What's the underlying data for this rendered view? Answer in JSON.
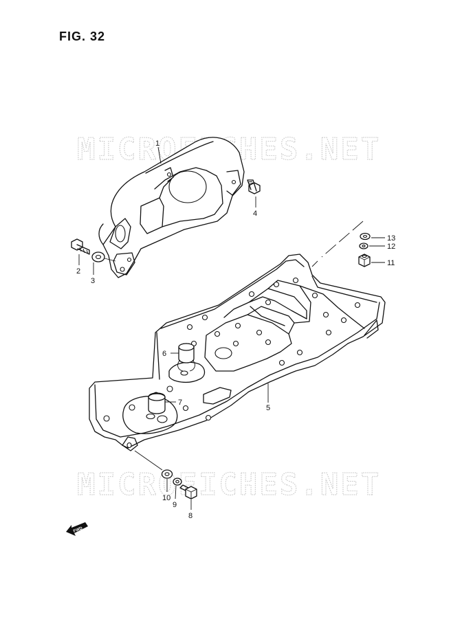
{
  "figure": {
    "title": "FIG. 32"
  },
  "watermark": {
    "text": "MICROFICHES.NET"
  },
  "parts": [
    {
      "id": "1"
    },
    {
      "id": "2"
    },
    {
      "id": "3"
    },
    {
      "id": "4"
    },
    {
      "id": "5"
    },
    {
      "id": "6"
    },
    {
      "id": "7"
    },
    {
      "id": "8"
    },
    {
      "id": "9"
    },
    {
      "id": "10"
    },
    {
      "id": "11"
    },
    {
      "id": "12"
    },
    {
      "id": "13"
    }
  ],
  "direction_arrow": {
    "text": "FWD"
  },
  "colors": {
    "line": "#111111",
    "watermark": "#c9c9c9",
    "background": "#ffffff"
  }
}
